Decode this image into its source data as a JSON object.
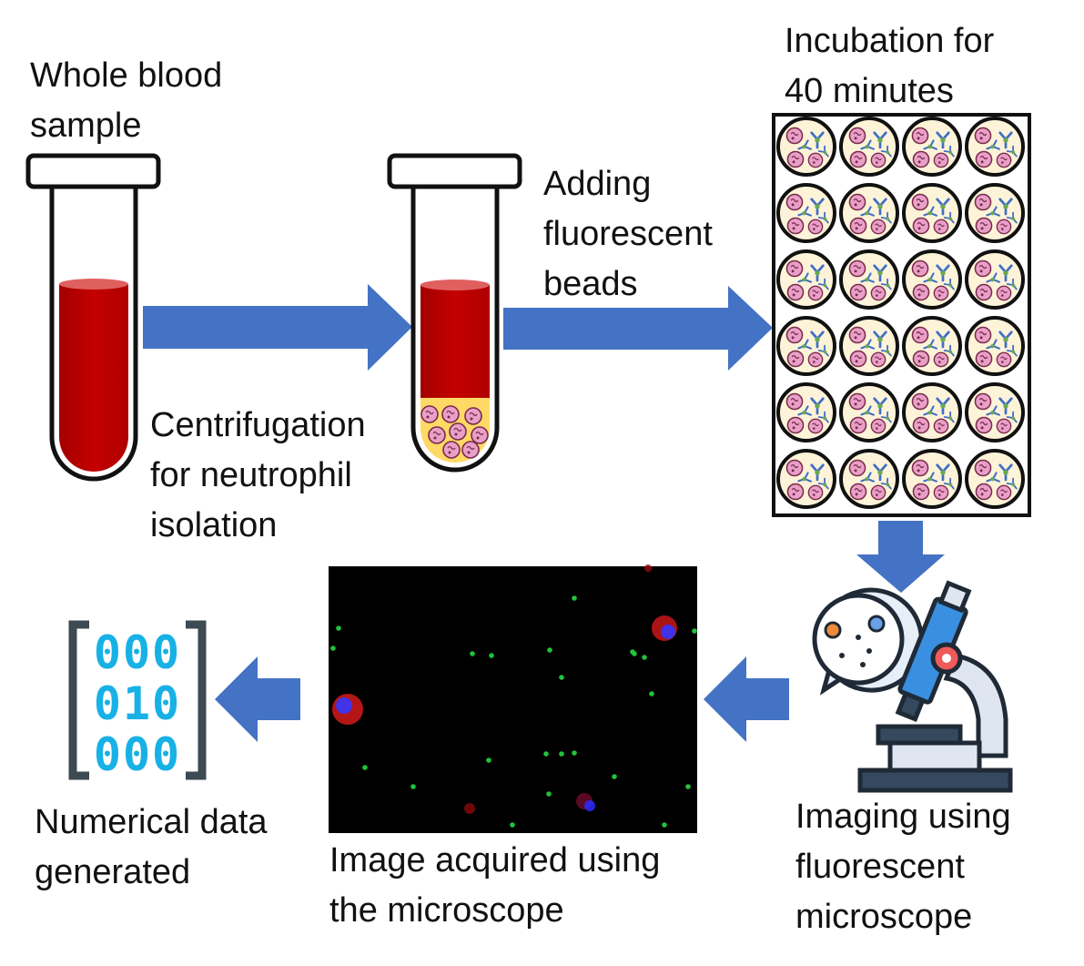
{
  "labels": {
    "whole_blood": "Whole blood\nsample",
    "centrifugation": "Centrifugation\nfor neutrophil\nisolation",
    "adding_beads": "Adding\nfluorescent\nbeads",
    "incubation": "Incubation for\n40 minutes",
    "imaging": "Imaging using\nfluorescent\nmicroscope",
    "image_acquired": "Image acquired using\nthe microscope",
    "numerical": "Numerical data\ngenerated"
  },
  "data_icon_digits": [
    "000",
    "010",
    "000"
  ],
  "colors": {
    "arrow": "#4472c4",
    "blood": "#c00000",
    "plasma": "#ffd966",
    "cell": "#e8a0c8",
    "well_fill": "#fdf3d8",
    "antibody_blue": "#3f6fc7",
    "antibody_green": "#6aa84f",
    "micrograph_bg": "#000000",
    "bead_green": "#21c23a",
    "nucleus_blue": "#2a2aff",
    "cell_red": "#d42020",
    "digit_cyan": "#17b1e6",
    "bracket_gray": "#3d4a52",
    "microscope_navy": "#34495e",
    "microscope_blue": "#3a8fe0",
    "microscope_light": "#dfe6f0"
  },
  "icons": [
    "blood-tube-icon",
    "centrifuged-tube-icon",
    "well-plate-icon",
    "microscope-icon",
    "micrograph-image",
    "binary-data-icon"
  ]
}
